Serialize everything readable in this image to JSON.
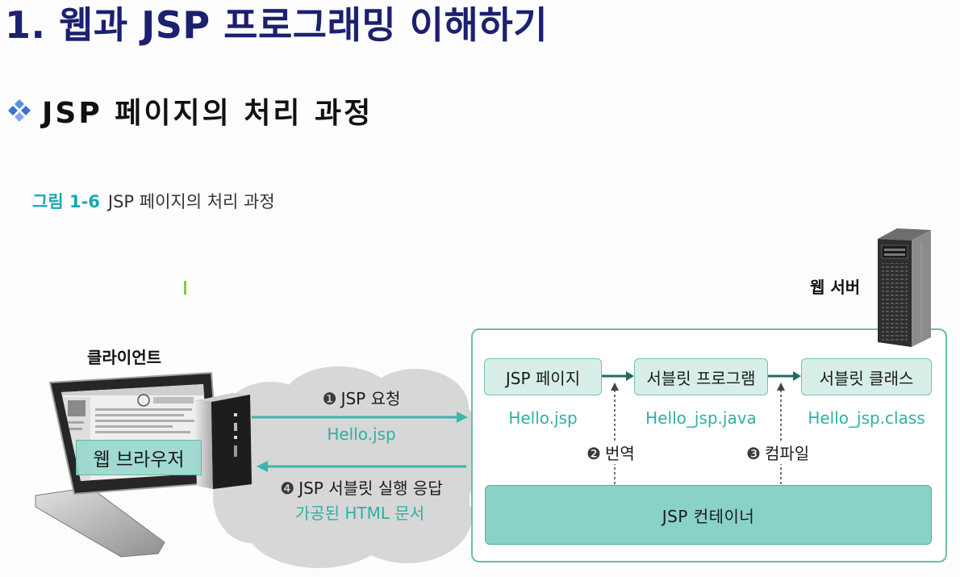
{
  "slide": {
    "title": "1. 웹과 JSP 프로그래밍 이해하기",
    "subtitle": "JSP 페이지의 처리 과정"
  },
  "figure": {
    "caption_number": "그림 1-6",
    "caption_text": "JSP 페이지의 처리 과정"
  },
  "client": {
    "label": "클라이언트",
    "browser_label": "웹 브라우저"
  },
  "server": {
    "label": "웹 서버"
  },
  "request": {
    "marker": "❶",
    "label": "JSP 요청",
    "file": "Hello.jsp"
  },
  "response": {
    "marker": "❹",
    "label": "JSP 서블릿 실행 응답",
    "file": "가공된 HTML 문서"
  },
  "container": {
    "label": "JSP 컨테이너",
    "stages": [
      {
        "label": "JSP 페이지",
        "file": "Hello.jsp"
      },
      {
        "label": "서블릿 프로그램",
        "file": "Hello_jsp.java"
      },
      {
        "label": "서블릿 클래스",
        "file": "Hello_jsp.class"
      }
    ],
    "steps": [
      {
        "marker": "❷",
        "label": "번역"
      },
      {
        "marker": "❸",
        "label": "컴파일"
      }
    ]
  },
  "icons": {
    "bullet": "diamond-bullet-icon",
    "client": "client-computer-icon",
    "server": "web-server-icon",
    "network": "cloud-network-icon"
  },
  "colors": {
    "title": "#1c2070",
    "caption_teal": "#17a8b3",
    "accent_teal": "#2fb0a4",
    "arrow_teal": "#3ab7aa",
    "inner_arrow": "#216b62",
    "stage_fill": "#d8eee9",
    "container_fill": "#88d2c8",
    "cloud": "#d7d7d7"
  }
}
